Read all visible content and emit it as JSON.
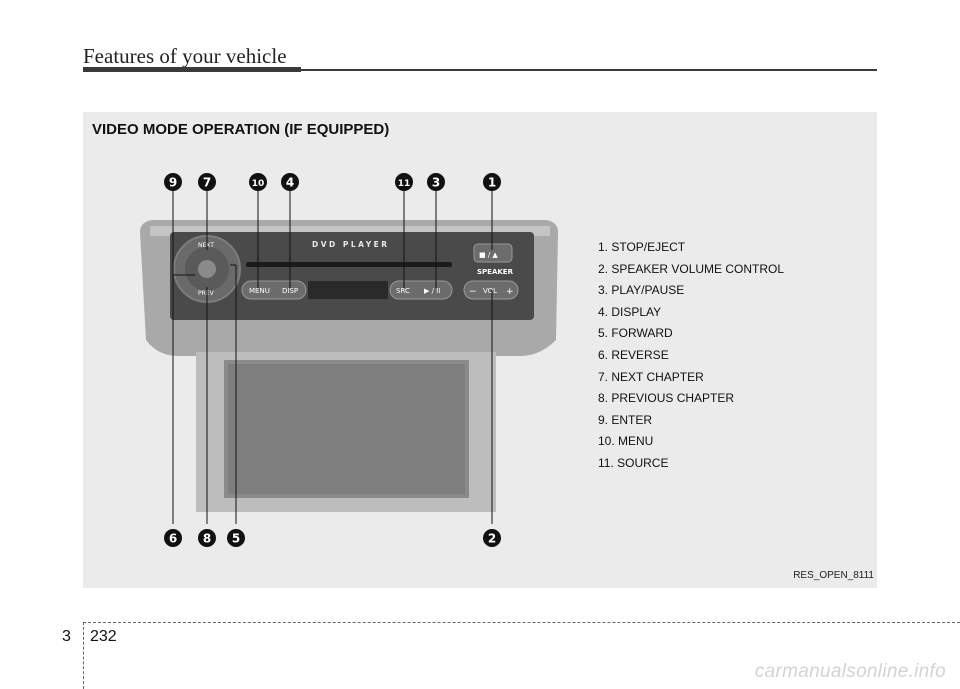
{
  "header": {
    "title": "Features of your vehicle"
  },
  "section": {
    "title": "VIDEO MODE OPERATION (IF EQUIPPED)"
  },
  "legend": [
    "1. STOP/EJECT",
    "2. SPEAKER VOLUME CONTROL",
    "3. PLAY/PAUSE",
    "4. DISPLAY",
    "5. FORWARD",
    "6. REVERSE",
    "7. NEXT CHAPTER",
    "8. PREVIOUS CHAPTER",
    "9. ENTER",
    "10. MENU",
    "11. SOURCE"
  ],
  "figure": {
    "code": "RES_OPEN_8111",
    "panel_text": "DVD PLAYER",
    "buttons": {
      "menu": "MENU",
      "disp": "DISP",
      "src": "SRC",
      "play": "▶ / II",
      "stop": "■ / ▲",
      "speaker": "SPEAKER",
      "vol": "VOL",
      "vol_minus": "−",
      "vol_plus": "+",
      "next": "NEXT",
      "prev": "PREV"
    },
    "callouts": {
      "c1": "1",
      "c2": "2",
      "c3": "3",
      "c4": "4",
      "c5": "5",
      "c6": "6",
      "c7": "7",
      "c8": "8",
      "c9": "9",
      "c10": "10",
      "c11": "11"
    }
  },
  "footer": {
    "chapter": "3",
    "page": "232"
  },
  "watermark": "carmanualsonline.info"
}
